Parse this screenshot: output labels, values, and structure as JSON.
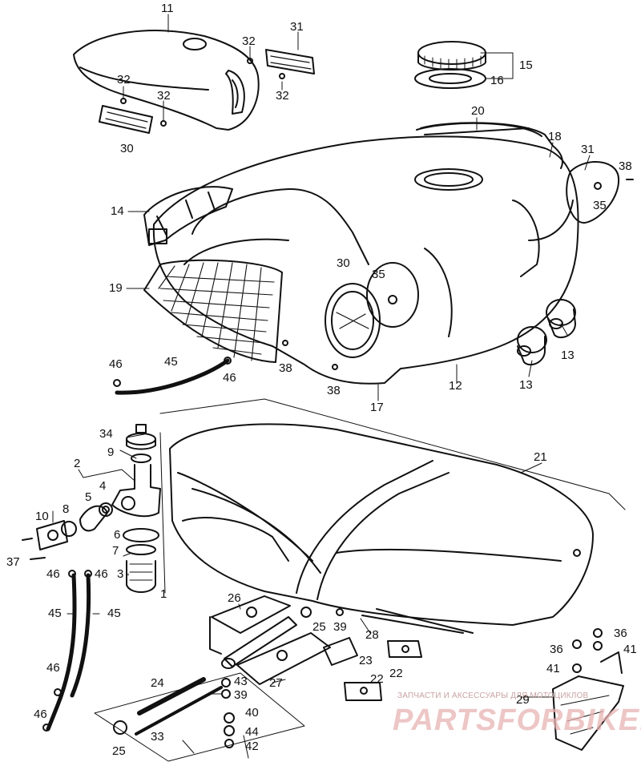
{
  "callouts": [
    {
      "id": "c11",
      "text": "11"
    },
    {
      "id": "c32a",
      "text": "32"
    },
    {
      "id": "c31a",
      "text": "31"
    },
    {
      "id": "c32b",
      "text": "32"
    },
    {
      "id": "c32c",
      "text": "32"
    },
    {
      "id": "c32d",
      "text": "32"
    },
    {
      "id": "c30a",
      "text": "30"
    },
    {
      "id": "c15",
      "text": "15"
    },
    {
      "id": "c16",
      "text": "16"
    },
    {
      "id": "c20",
      "text": "20"
    },
    {
      "id": "c18",
      "text": "18"
    },
    {
      "id": "c31b",
      "text": "31"
    },
    {
      "id": "c38a",
      "text": "38"
    },
    {
      "id": "c35a",
      "text": "35"
    },
    {
      "id": "c14",
      "text": "14"
    },
    {
      "id": "c19",
      "text": "19"
    },
    {
      "id": "c30b",
      "text": "30"
    },
    {
      "id": "c35b",
      "text": "35"
    },
    {
      "id": "c13a",
      "text": "13"
    },
    {
      "id": "c13b",
      "text": "13"
    },
    {
      "id": "c46a",
      "text": "46"
    },
    {
      "id": "c45a",
      "text": "45"
    },
    {
      "id": "c46b",
      "text": "46"
    },
    {
      "id": "c38b",
      "text": "38"
    },
    {
      "id": "c38c",
      "text": "38"
    },
    {
      "id": "c12",
      "text": "12"
    },
    {
      "id": "c17",
      "text": "17"
    },
    {
      "id": "c34",
      "text": "34"
    },
    {
      "id": "c9",
      "text": "9"
    },
    {
      "id": "c21",
      "text": "21"
    },
    {
      "id": "c2",
      "text": "2"
    },
    {
      "id": "c4",
      "text": "4"
    },
    {
      "id": "c5",
      "text": "5"
    },
    {
      "id": "c10",
      "text": "10"
    },
    {
      "id": "c8",
      "text": "8"
    },
    {
      "id": "c6",
      "text": "6"
    },
    {
      "id": "c7",
      "text": "7"
    },
    {
      "id": "c37",
      "text": "37"
    },
    {
      "id": "c46c",
      "text": "46"
    },
    {
      "id": "c46d",
      "text": "46"
    },
    {
      "id": "c3",
      "text": "3"
    },
    {
      "id": "c1",
      "text": "1"
    },
    {
      "id": "c26",
      "text": "26"
    },
    {
      "id": "c45b",
      "text": "45"
    },
    {
      "id": "c45c",
      "text": "45"
    },
    {
      "id": "c25a",
      "text": "25"
    },
    {
      "id": "c39a",
      "text": "39"
    },
    {
      "id": "c28",
      "text": "28"
    },
    {
      "id": "c36a",
      "text": "36"
    },
    {
      "id": "c36b",
      "text": "36"
    },
    {
      "id": "c41a",
      "text": "41"
    },
    {
      "id": "c41b",
      "text": "41"
    },
    {
      "id": "c23",
      "text": "23"
    },
    {
      "id": "c22a",
      "text": "22"
    },
    {
      "id": "c22b",
      "text": "22"
    },
    {
      "id": "c27",
      "text": "27"
    },
    {
      "id": "c46e",
      "text": "46"
    },
    {
      "id": "c24",
      "text": "24"
    },
    {
      "id": "c43",
      "text": "43"
    },
    {
      "id": "c39b",
      "text": "39"
    },
    {
      "id": "c40",
      "text": "40"
    },
    {
      "id": "c44",
      "text": "44"
    },
    {
      "id": "c42",
      "text": "42"
    },
    {
      "id": "c46f",
      "text": "46"
    },
    {
      "id": "c33",
      "text": "33"
    },
    {
      "id": "c25b",
      "text": "25"
    },
    {
      "id": "c29",
      "text": "29"
    }
  ],
  "watermark": {
    "line1": "ЗАПЧАСТИ И АКСЕССУАРЫ ДЛЯ МОТОЦИКЛОВ",
    "line2": "PARTSFORBIKE.RU"
  },
  "colors": {
    "ink": "#111111",
    "watermark": "#e8b3b3"
  }
}
